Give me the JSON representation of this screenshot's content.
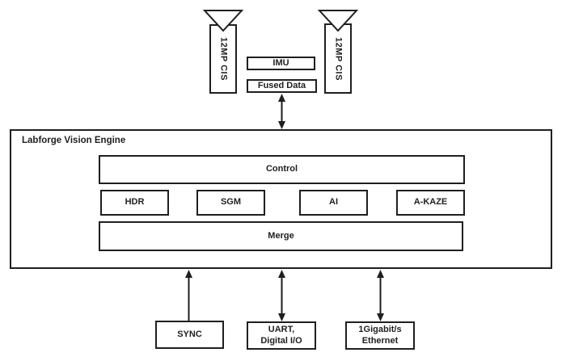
{
  "diagram": {
    "sensors": {
      "left_label": "12MP CIS",
      "right_label": "12MP CIS"
    },
    "imu": {
      "label": "IMU"
    },
    "fused_data": {
      "label": "Fused Data"
    },
    "engine": {
      "title": "Labforge Vision Engine",
      "control_label": "Control",
      "modules": [
        "HDR",
        "SGM",
        "AI",
        "A-KAZE"
      ],
      "merge_label": "Merge"
    },
    "io": {
      "sync_label": "SYNC",
      "uart_line1": "UART,",
      "uart_line2": "Digital I/O",
      "ethernet_line1": "1Gigabit/s",
      "ethernet_line2": "Ethernet"
    },
    "colors": {
      "line": "#1f1f1f",
      "background": "#ffffff",
      "box_fill": "#ffffff"
    }
  }
}
